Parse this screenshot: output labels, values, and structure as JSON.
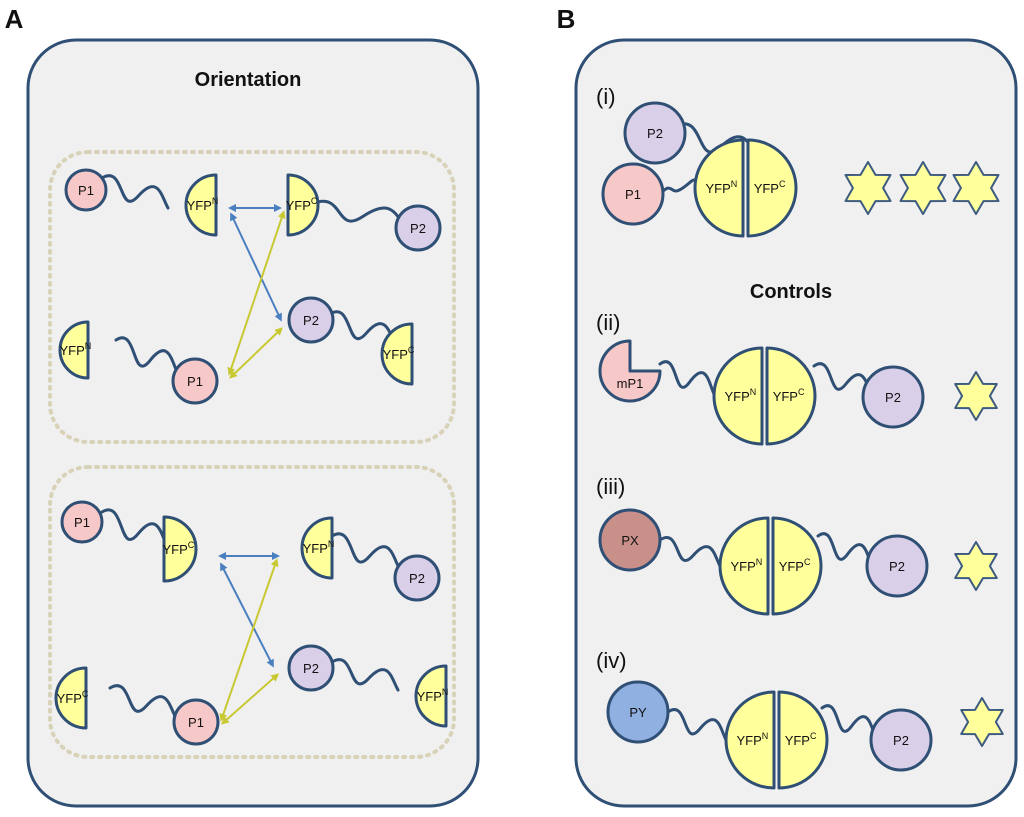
{
  "panels": {
    "a": {
      "letter": "A",
      "title": "Orientation"
    },
    "b": {
      "letter": "B",
      "title": "Controls"
    }
  },
  "labels": {
    "p1": "P1",
    "p2": "P2",
    "mp1": "mP1",
    "px": "PX",
    "py": "PY",
    "yfp": "YFP",
    "sup_n": "N",
    "sup_c": "C"
  },
  "controls": [
    {
      "roman": "(i)",
      "stars": 3
    },
    {
      "roman": "(ii)",
      "stars": 1
    },
    {
      "roman": "(iii)",
      "stars": 1
    },
    {
      "roman": "(iv)",
      "stars": 1
    }
  ],
  "colors": {
    "panel_fill": "#f0f0f0",
    "outline": "#2f4f75",
    "yfp": "#ffff9c",
    "p1": "#f7c8c8",
    "p2": "#d9cfe8",
    "px": "#c9908a",
    "py": "#8fb0e0",
    "arrow_blue": "#4a7fc0",
    "arrow_yellow": "#c8c832",
    "dotted_box": "#d8d2b8",
    "star": "#ffff9c",
    "star_edge": "#3d5a80"
  }
}
